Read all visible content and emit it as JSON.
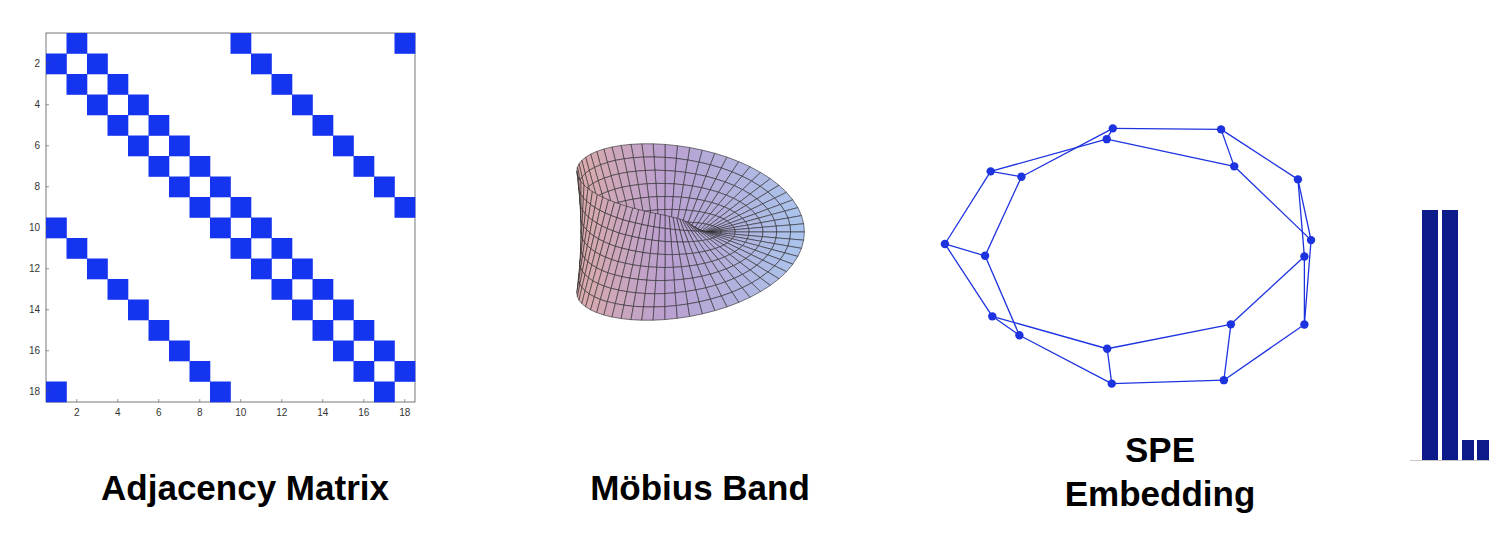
{
  "diagram": {
    "labels": [
      "Adjacency Matrix",
      "Möbius Band",
      "SPE Embedding",
      "2",
      "4",
      "6",
      "8",
      "10",
      "12",
      "14",
      "16",
      "18",
      "2",
      "4",
      "6",
      "8",
      "10",
      "12",
      "14",
      "16",
      "18"
    ]
  }
}
